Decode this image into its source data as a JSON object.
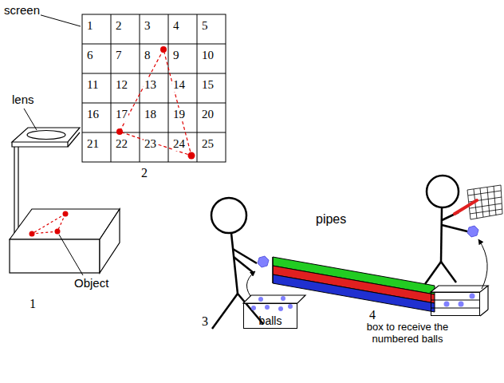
{
  "diagram": {
    "nodes": [
      {
        "text": [
          "balls"
        ]
      },
      {
        "text": [
          "box to receive the numbered balls"
        ]
      }
    ],
    "labels": [
      "screen",
      "1",
      "2",
      "3",
      "4",
      "5",
      "6",
      "7",
      "8",
      "9",
      "10",
      "11",
      "12",
      "13",
      "14",
      "15",
      "16",
      "17",
      "18",
      "19",
      "20",
      "21",
      "22",
      "23",
      "24",
      "25",
      "lens",
      "2",
      "Object",
      "1",
      "pipes",
      "3",
      "4"
    ]
  }
}
